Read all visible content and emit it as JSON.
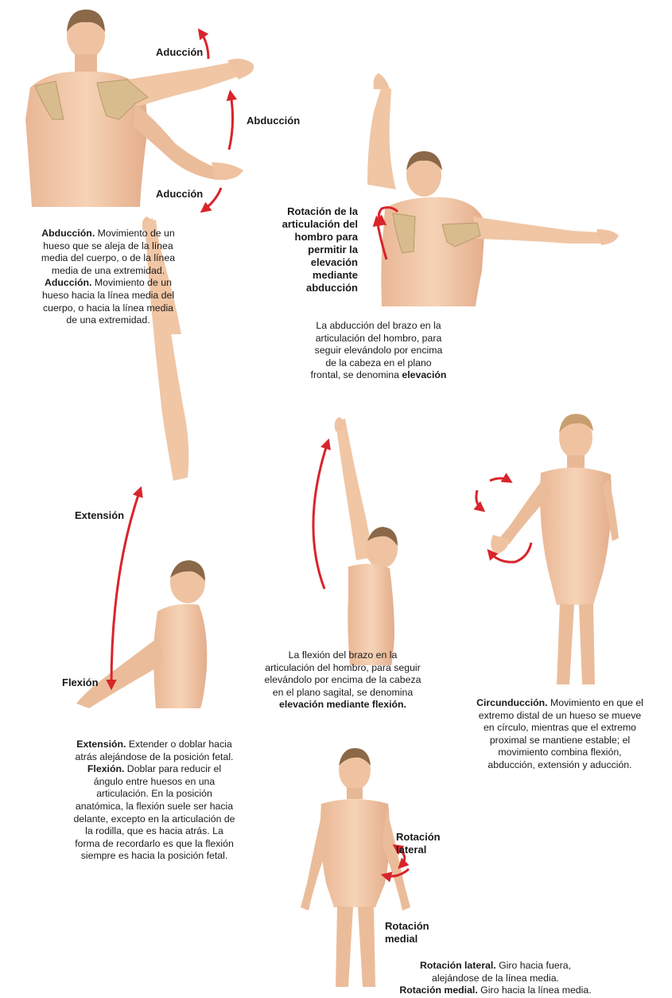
{
  "panels": {
    "abduction": {
      "label_adduction_top": "Aducción",
      "label_abduction": "Abducción",
      "label_adduction_bottom": "Aducción",
      "caption": {
        "term1": "Abducción.",
        "text1a": " Movimiento de un",
        "line2": "hueso que se aleja de la línea",
        "line3": "media del cuerpo, o de la línea",
        "line4": "media de una extremidad.",
        "term2": "Aducción.",
        "text2a": " Movimiento de un",
        "line6": "hueso hacia la línea media del",
        "line7": "cuerpo, o hacia la línea media",
        "line8": "de una extremidad."
      }
    },
    "elevation_abduction": {
      "label_lines": [
        "Rotación de la",
        "articulación del",
        "hombro para",
        "permitir la",
        "elevación",
        "mediante",
        "abducción"
      ],
      "caption": {
        "line1": "La abducción del brazo en la",
        "line2": "articulación del hombro, para",
        "line3": "seguir elevándolo por encima",
        "line4": "de la cabeza en el plano",
        "line5a": "frontal, se denomina ",
        "line5b": "elevación"
      }
    },
    "flexion_extension": {
      "label_extension": "Extensión",
      "label_flexion": "Flexión",
      "caption": {
        "term1": "Extensión.",
        "text1a": " Extender o doblar hacia",
        "line2": "atrás alejándose de la posición fetal.",
        "term2": "Flexión.",
        "text2a": " Doblar para reducir el",
        "line4": "ángulo entre huesos en una",
        "line5": "articulación. En la posición",
        "line6": "anatómica, la flexión suele ser hacia",
        "line7": "delante, excepto en la articulación de",
        "line8": "la rodilla, que es hacia atrás. La",
        "line9": "forma de recordarlo es que la flexión",
        "line10": "siempre es hacia la posición fetal."
      }
    },
    "elevation_flexion": {
      "caption": {
        "line1": "La flexión del brazo en la",
        "line2": "articulación del hombro, para seguir",
        "line3": "elevándolo por encima de la cabeza",
        "line4": "en el plano sagital, se denomina",
        "line5": "elevación mediante flexión."
      }
    },
    "circumduction": {
      "caption": {
        "term1": "Circunducción.",
        "text1a": " Movimiento en que el",
        "line2": "extremo distal de un hueso se mueve",
        "line3": "en círculo, mientras que el extremo",
        "line4": "proximal se mantiene estable; el",
        "line5": "movimiento combina flexión,",
        "line6": "abducción, extensión y aducción."
      }
    },
    "rotation": {
      "label_lateral": [
        "Rotación",
        "lateral"
      ],
      "label_medial": [
        "Rotación",
        "medial"
      ],
      "caption": {
        "term1": "Rotación lateral.",
        "text1a": " Giro hacia fuera,",
        "line2": "alejándose de la línea media.",
        "term2": "Rotación medial.",
        "text2a": " Giro hacia la línea media."
      }
    }
  },
  "colors": {
    "skin": "#f2c9a9",
    "skin_shadow": "#d9a483",
    "hair": "#8a6848",
    "bone": "#d8bc8e",
    "arrow": "#d9242a"
  },
  "icons": [
    "curved-arrow",
    "circular-arrow"
  ]
}
